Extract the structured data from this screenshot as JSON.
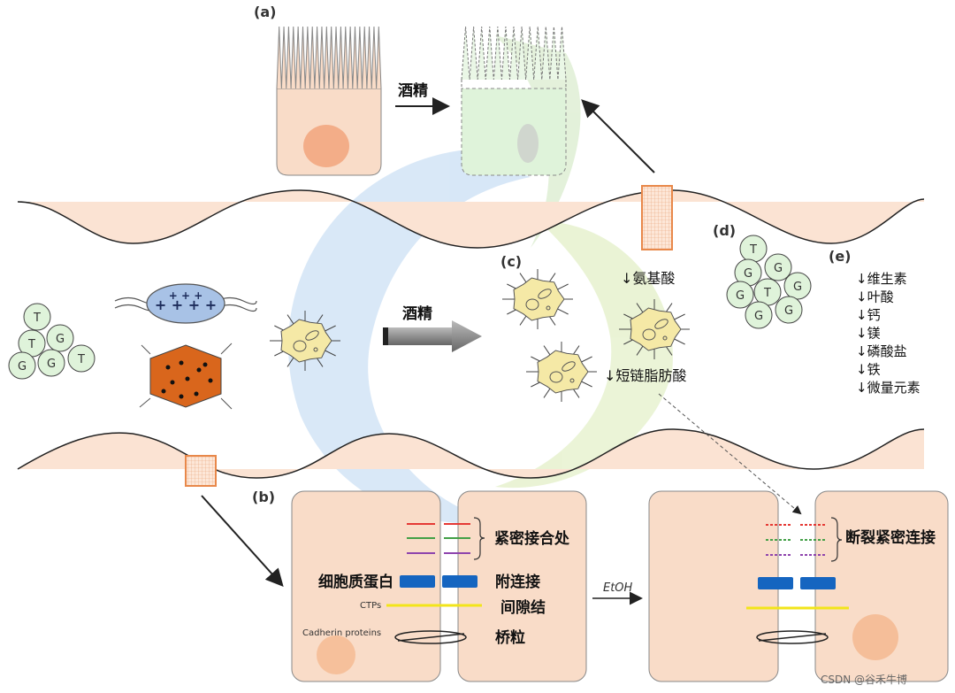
{
  "panels": {
    "a": "(a)",
    "b": "(b)",
    "c": "(c)",
    "d": "(d)",
    "e": "(e)"
  },
  "labels": {
    "alcohol_top": "酒精",
    "alcohol_mid": "酒精",
    "amino_acid": "↓氨基酸",
    "scfa": "↓短链脂肪酸",
    "tight_junction": "紧密接合处",
    "cytoplasmic_protein": "细胞质蛋白",
    "adherens_junction": "附连接",
    "ctps": "CTPs",
    "gap_junction": "间隙结",
    "cadherin": "Cadherin proteins",
    "desmosome": "桥粒",
    "etoh": "EtOH",
    "broken_tj": "断裂紧密连接"
  },
  "panel_e_list": [
    "↓维生素",
    "↓叶酸",
    "↓钙",
    "↓镁",
    "↓磷酸盐",
    "↓铁",
    "↓微量元素"
  ],
  "gut_letters_left": [
    "T",
    "T",
    "G",
    "G",
    "G",
    "T"
  ],
  "gut_letters_right": [
    "T",
    "G",
    "G",
    "G",
    "T",
    "G",
    "G",
    "G"
  ],
  "watermark": "CSDN @谷禾牛博",
  "colors": {
    "cell_peach": "#f9dcc8",
    "lumen_band": "#fbe3d3",
    "green_cell": "#dff3da",
    "bacteria_yellow": "#f5e9a6",
    "blue_microbe": "#a8c2e6",
    "orange_microbe": "#d9661c",
    "tight_red": "#e53935",
    "tight_green": "#43a047",
    "tight_purple": "#8e44ad",
    "adherens_blue": "#1565c0",
    "gap_yellow": "#f2e51a"
  }
}
